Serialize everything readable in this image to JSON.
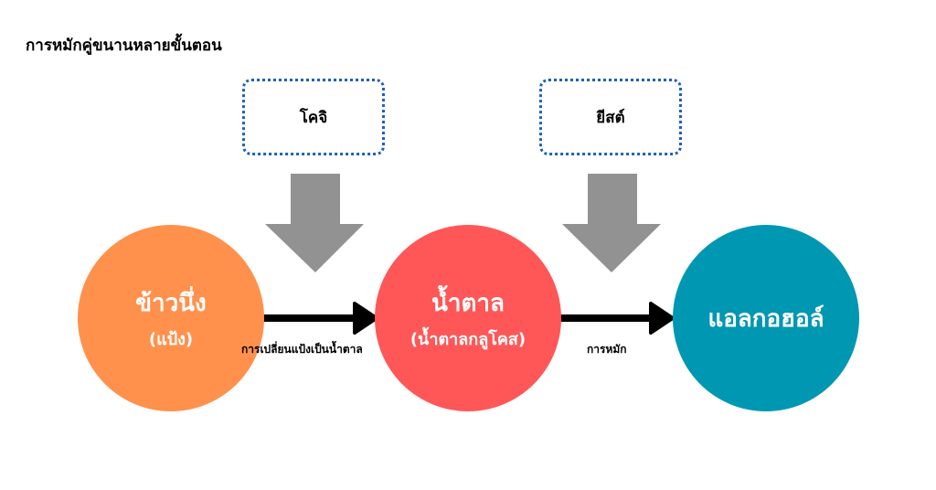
{
  "title": "การหมักคู่ขนานหลายขั้นตอน",
  "agents": [
    {
      "label": "โคจิ"
    },
    {
      "label": "ยีสต์"
    }
  ],
  "nodes": [
    {
      "label": "ข้าวนึ่ง",
      "sub": "(แป้ง)",
      "color": "#ff914d"
    },
    {
      "label": "น้ำตาล",
      "sub": "(น้ำตาลกลูโคส)",
      "color": "#ff5757"
    },
    {
      "label": "แอลกอฮอล์",
      "sub": "",
      "color": "#0097b2"
    }
  ],
  "edges": [
    {
      "label": "การเปลี่ยนแป้งเป็นน้ำตาล"
    },
    {
      "label": "การหมัก"
    }
  ],
  "colors": {
    "agent_arrow": "#929292",
    "edge": "#000000",
    "box_border": "#1f5fbf"
  }
}
